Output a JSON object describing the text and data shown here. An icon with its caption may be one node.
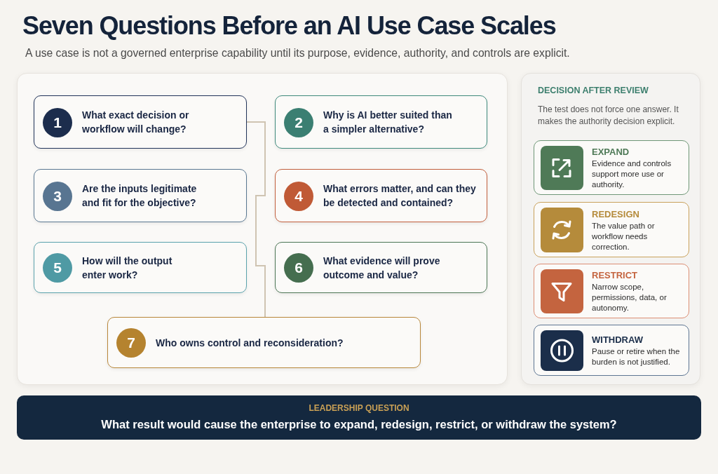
{
  "diagram": {
    "title": "Seven Questions Before an AI Use Case Scales",
    "nodes": [
      {
        "text": [
          "What exact decision or workflow will change?"
        ]
      },
      {
        "text": [
          "1"
        ],
        "in": 0
      },
      {
        "text": [
          "Why is AI better suited than a simpler alternative?"
        ]
      },
      {
        "text": [
          "2"
        ],
        "in": 2
      },
      {
        "text": [
          "Are the inputs legitimate and fit for the objective?"
        ]
      },
      {
        "text": [
          "3"
        ],
        "in": 4
      },
      {
        "text": [
          "What errors matter, and can they be detected and contained?"
        ]
      },
      {
        "text": [
          "4"
        ],
        "in": 6
      },
      {
        "text": [
          "How will the output enter work?"
        ]
      },
      {
        "text": [
          "5"
        ],
        "in": 8
      },
      {
        "text": [
          "What evidence will prove outcome and value?"
        ]
      },
      {
        "text": [
          "6"
        ],
        "in": 10
      },
      {
        "text": [
          "Who owns control and reconsideration?"
        ]
      },
      {
        "text": [
          "7"
        ],
        "in": 12
      },
      {
        "text": [
          "DECISION AFTER REVIEW",
          "The test does not force one answer. It makes the authority decision explicit."
        ]
      },
      {
        "text": [
          "EXPAND",
          "Evidence and controls support more use or authority."
        ],
        "in": 14
      },
      {
        "text": [
          "REDESIGN",
          "The value path or workflow needs correction."
        ],
        "in": 14
      },
      {
        "text": [
          "RESTRICT",
          "Narrow scope, permissions, data, or autonomy."
        ],
        "in": 14
      },
      {
        "text": [
          "WITHDRAW",
          "Pause or retire when the burden is not justified."
        ],
        "in": 14
      },
      {
        "text": [
          "LEADERSHIP QUESTION",
          "What result would cause the enterprise to expand, redesign, restrict, or withdraw the system?"
        ]
      }
    ],
    "edges": [
      {
        "from": 0,
        "to": 12,
        "arrow": "none"
      }
    ],
    "labels": [
      "A use case is not a governed enterprise capability until its purpose, evidence, authority, and controls are explicit."
    ]
  }
}
